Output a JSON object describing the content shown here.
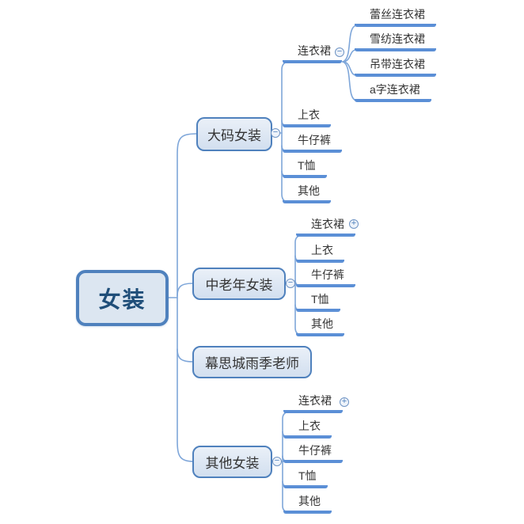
{
  "colors": {
    "node_border": "#4f81bd",
    "root_fill": "#dce6f1",
    "root_text": "#1f4e79",
    "branch_fill_top": "#eaf0f8",
    "branch_fill_bottom": "#d2dfef",
    "leaf_underline": "#5b8fd6",
    "wire": "#7ea6d9",
    "text": "#333333"
  },
  "icons": {
    "collapse": "−",
    "expand": "+"
  },
  "root": {
    "label": "女装"
  },
  "branches": [
    {
      "label": "大码女装",
      "children": [
        {
          "label": "连衣裙",
          "children": [
            {
              "label": "蕾丝连衣裙"
            },
            {
              "label": "雪纺连衣裙"
            },
            {
              "label": "吊带连衣裙"
            },
            {
              "label": "a字连衣裙"
            }
          ]
        },
        {
          "label": "上衣"
        },
        {
          "label": "牛仔裤"
        },
        {
          "label": "T恤"
        },
        {
          "label": "其他"
        }
      ]
    },
    {
      "label": "中老年女装",
      "children": [
        {
          "label": "连衣裙"
        },
        {
          "label": "上衣"
        },
        {
          "label": "牛仔裤"
        },
        {
          "label": "T恤"
        },
        {
          "label": "其他"
        }
      ]
    },
    {
      "label": "幕思城雨季老师"
    },
    {
      "label": "其他女装",
      "children": [
        {
          "label": "连衣裙"
        },
        {
          "label": "上衣"
        },
        {
          "label": "牛仔裤"
        },
        {
          "label": "T恤"
        },
        {
          "label": "其他"
        }
      ]
    }
  ]
}
